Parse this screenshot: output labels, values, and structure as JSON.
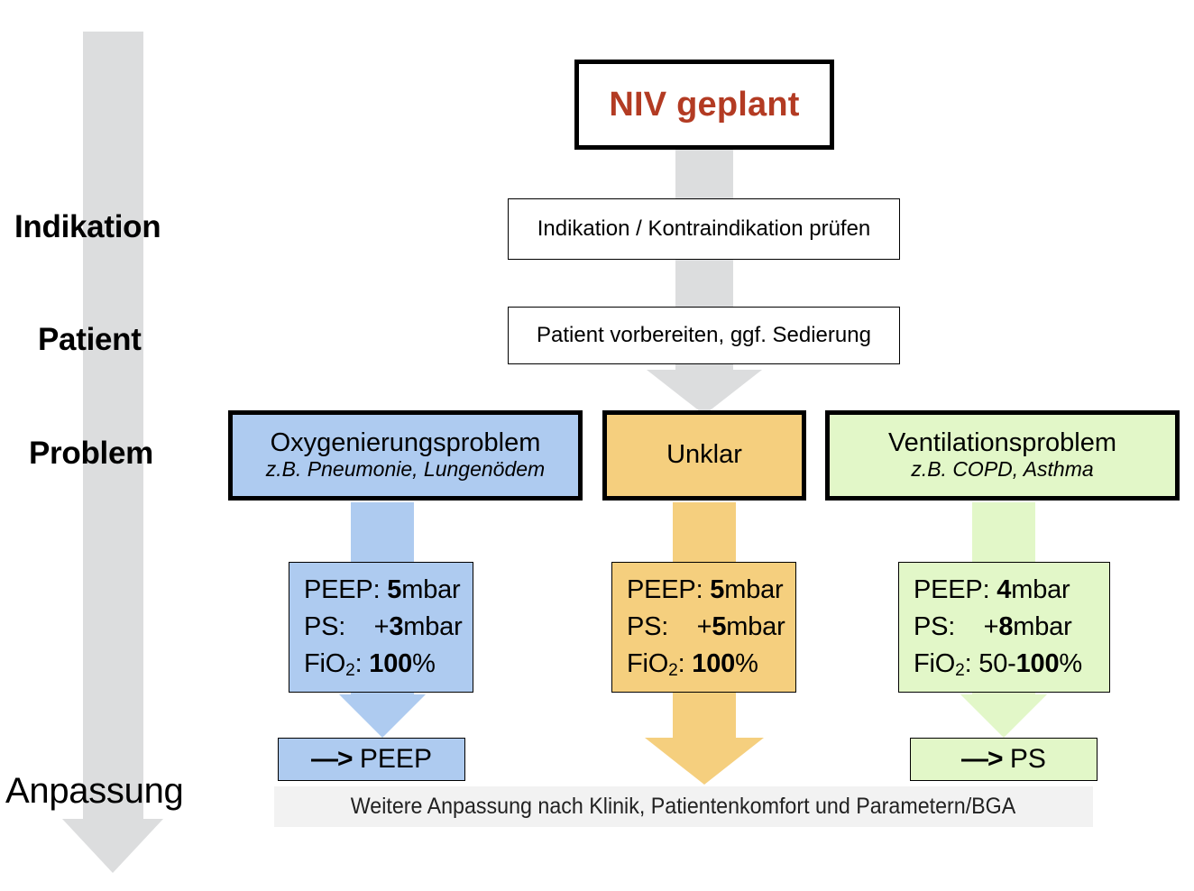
{
  "diagram": {
    "title": "NIV geplant",
    "stages": [
      {
        "label": "Indikation"
      },
      {
        "label": "Patient"
      },
      {
        "label": "Problem"
      },
      {
        "label": "Anpassung"
      }
    ],
    "steps": [
      {
        "label": "Indikation / Kontraindikation prüfen"
      },
      {
        "label": "Patient vorbereiten, ggf. Sedierung"
      }
    ],
    "branches": [
      {
        "id": "oxygenation",
        "color": "#AECBF0",
        "title": "Oxygenierungsproblem",
        "subtitle": "z.B. Pneumonie, Lungenödem",
        "params": {
          "peep_label": "PEEP: ",
          "peep_value": "5",
          "peep_unit": "mbar",
          "ps_label": "PS:    +",
          "ps_value": "3",
          "ps_unit": "mbar",
          "fio2_label": "FiO",
          "fio2_sub": "2",
          "fio2_prefix": ": ",
          "fio2_value": "100",
          "fio2_unit": "%"
        },
        "result_arrow": "—>",
        "result_label": " PEEP"
      },
      {
        "id": "unclear",
        "color": "#F5CF7E",
        "title": "Unklar",
        "subtitle": "",
        "params": {
          "peep_label": "PEEP: ",
          "peep_value": "5",
          "peep_unit": "mbar",
          "ps_label": "PS:    +",
          "ps_value": "5",
          "ps_unit": "mbar",
          "fio2_label": "FiO",
          "fio2_sub": "2",
          "fio2_prefix": ": ",
          "fio2_value": "100",
          "fio2_unit": "%"
        },
        "result_arrow": "",
        "result_label": ""
      },
      {
        "id": "ventilation",
        "color": "#E2F7C8",
        "title": "Ventilationsproblem",
        "subtitle": "z.B. COPD, Asthma",
        "params": {
          "peep_label": "PEEP: ",
          "peep_value": "4",
          "peep_unit": "mbar",
          "ps_label": "PS:    +",
          "ps_value": "8",
          "ps_unit": "mbar",
          "fio2_label": "FiO",
          "fio2_sub": "2",
          "fio2_prefix": ": 50-",
          "fio2_value": "100",
          "fio2_unit": "%"
        },
        "result_arrow": "—>",
        "result_label": " PS"
      }
    ],
    "footer": "Weitere Anpassung nach Klinik, Patientenkomfort und Parametern/BGA",
    "colors": {
      "title_red": "#B33B23",
      "grey_arrow": "#DCDDDE",
      "blue": "#AECBF0",
      "orange": "#F5CF7E",
      "green": "#E2F7C8",
      "footer_bg": "#F2F2F2"
    }
  }
}
